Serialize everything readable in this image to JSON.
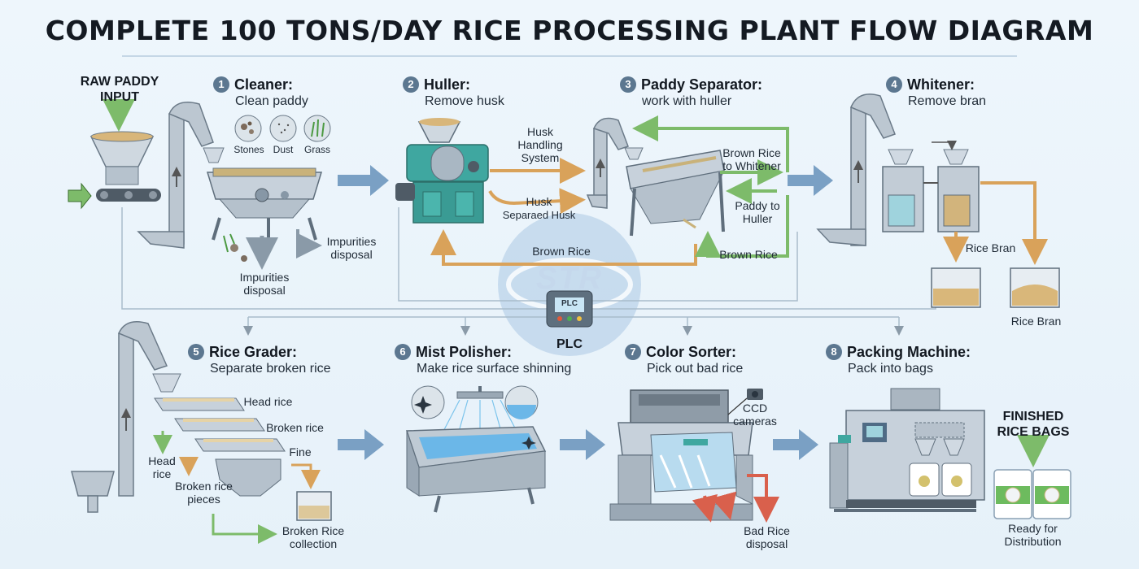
{
  "title": "COMPLETE 100 TONS/DAY RICE PROCESSING PLANT FLOW DIAGRAM",
  "raw_input": "RAW PADDY INPUT",
  "finished": "FINISHED RICE BAGS",
  "ready": "Ready for Distribution",
  "plc": "PLC",
  "plc_screen": "PLC",
  "watermark": "STR",
  "steps": [
    {
      "num": "1",
      "name": "Cleaner:",
      "desc": "Clean paddy"
    },
    {
      "num": "2",
      "name": "Huller:",
      "desc": "Remove husk"
    },
    {
      "num": "3",
      "name": "Paddy Separator:",
      "desc": "work with huller"
    },
    {
      "num": "4",
      "name": "Whitener:",
      "desc": "Remove bran"
    },
    {
      "num": "5",
      "name": "Rice Grader:",
      "desc": "Separate broken rice"
    },
    {
      "num": "6",
      "name": "Mist Polisher:",
      "desc": "Make rice surface shinning"
    },
    {
      "num": "7",
      "name": "Color Sorter:",
      "desc": "Pick out bad rice"
    },
    {
      "num": "8",
      "name": "Packing Machine:",
      "desc": "Pack into bags"
    }
  ],
  "cleaner": {
    "stones": "Stones",
    "dust": "Dust",
    "grass": "Grass",
    "impurities_1": "Impurities disposal",
    "impurities_2": "Impurities disposal"
  },
  "huller": {
    "husk_system": "Husk Handling System",
    "husk": "Husk",
    "separated_husk": "Separaed Husk",
    "brown_rice": "Brown Rice"
  },
  "separator": {
    "to_whitener": "Brown Rice to Whitener",
    "to_huller": "Paddy to Huller",
    "brown_rice": "Brown Rice"
  },
  "whitener": {
    "rice_bran": "Rice Bran",
    "rice_bran_2": "Rice Bran"
  },
  "grader": {
    "head_rice": "Head rice",
    "broken_rice": "Broken rice",
    "fine": "Fine",
    "head_rice_out": "Head rice",
    "broken_pieces": "Broken rice  pieces",
    "collection": "Broken Rice collection"
  },
  "sorter": {
    "ccd": "CCD cameras",
    "bad_rice": "Bad Rice disposal"
  },
  "colors": {
    "arrow_blue": "#7aa0c4",
    "arrow_orange": "#d9a25a",
    "arrow_green": "#7dbb6a",
    "machine_grey": "#aebac6",
    "machine_teal": "#3fa7a0",
    "bad_red": "#d9604c"
  }
}
